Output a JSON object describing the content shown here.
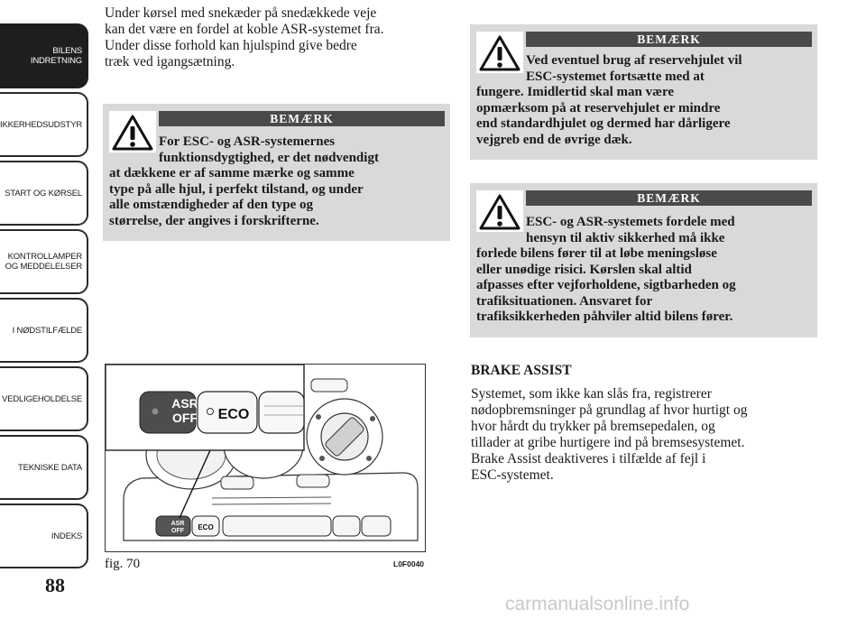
{
  "sidebar": {
    "tabs": [
      {
        "label": "BILENS\nINDRETNING",
        "active": true
      },
      {
        "label": "SIKKERHEDSUDSTYR",
        "active": false
      },
      {
        "label": "START OG KØRSEL",
        "active": false
      },
      {
        "label": "KONTROLLAMPER\nOG MEDDELELSER",
        "active": false
      },
      {
        "label": "I NØDSTILFÆLDE",
        "active": false
      },
      {
        "label": "VEDLIGEHOLDELSE",
        "active": false
      },
      {
        "label": "TEKNISKE DATA",
        "active": false
      },
      {
        "label": "INDEKS",
        "active": false
      }
    ],
    "page_number": "88"
  },
  "left": {
    "intro_lines": [
      "Under kørsel med snekæder på snedækkede veje",
      "kan det være en fordel at koble ASR-systemet fra.",
      "Under disse forhold kan hjulspind give bedre",
      "træk ved igangsætning."
    ],
    "note": {
      "header": "BEMÆRK",
      "lines": [
        "For ESC- og ASR-systemernes",
        "funktionsdygtighed, er det nødvendigt",
        "at dækkene er af samme mærke og samme",
        "type på alle hjul, i perfekt tilstand, og under",
        "alle omstændigheder af den type og",
        "størrelse, der angives i forskrifterne."
      ]
    },
    "figure": {
      "caption": "fig. 70",
      "code": "L0F0040",
      "button_asr_line1": "ASR",
      "button_asr_line2": "OFF",
      "button_eco": "ECO"
    }
  },
  "right": {
    "note1": {
      "header": "BEMÆRK",
      "lines": [
        "Ved eventuel brug af reservehjulet vil",
        "ESC-systemet fortsætte med at",
        "fungere. Imidlertid skal man være",
        "opmærksom på at reservehjulet er mindre",
        "end standardhjulet og dermed har dårligere",
        "vejgreb end de øvrige dæk."
      ]
    },
    "note2": {
      "header": "BEMÆRK",
      "lines": [
        "ESC- og ASR-systemets fordele med",
        "hensyn til aktiv sikkerhed må ikke",
        "forlede bilens fører til at løbe meningsløse",
        "eller unødige risici. Kørslen skal altid",
        "afpasses efter vejforholdene, sigtbarheden og",
        "trafiksituationen. Ansvaret for",
        "trafiksikkerheden påhviler altid bilens fører."
      ]
    },
    "heading": "BRAKE ASSIST",
    "paragraph_lines": [
      "Systemet, som ikke kan slås fra, registrerer",
      "nødopbremsninger på grundlag af hvor hurtigt og",
      "hvor hårdt du trykker på bremsepedalen, og",
      "tillader at gribe hurtigere ind på bremsesystemet.",
      "Brake Assist deaktiveres i tilfælde af fejl i",
      "ESC-systemet."
    ]
  },
  "watermark": "carmanualsonline.info"
}
